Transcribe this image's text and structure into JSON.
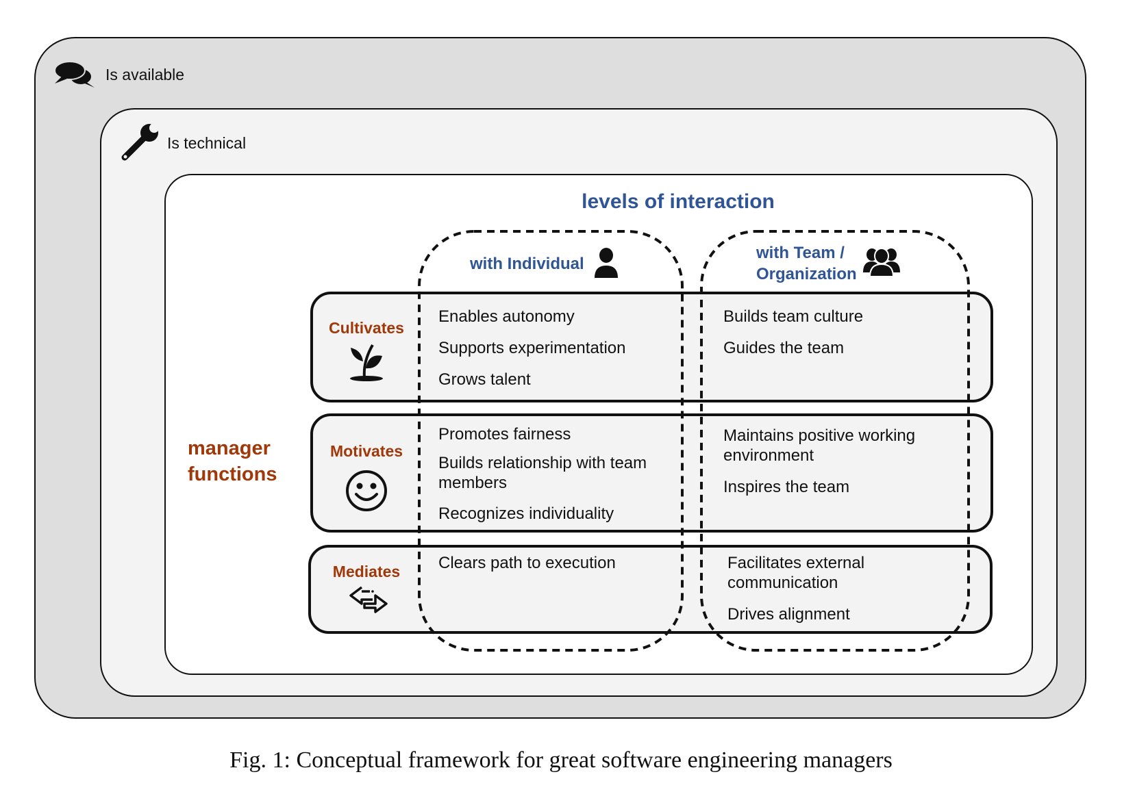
{
  "layers": {
    "outer": {
      "label": "Is available",
      "icon": "speech-bubbles-icon"
    },
    "middle": {
      "label": "Is technical",
      "icon": "wrench-icon"
    }
  },
  "header": {
    "title": "levels of interaction"
  },
  "columns": [
    {
      "label_line1": "with Individual",
      "label_line2": "",
      "icon": "person-icon"
    },
    {
      "label_line1": "with Team /",
      "label_line2": "Organization",
      "icon": "group-icon"
    }
  ],
  "row_axis": {
    "line1": "manager",
    "line2": "functions"
  },
  "rows": [
    {
      "label": "Cultivates",
      "icon": "sprout-icon",
      "individual": [
        "Enables autonomy",
        "Supports experimentation",
        "Grows talent"
      ],
      "team": [
        "Builds team culture",
        "Guides the team"
      ]
    },
    {
      "label": "Motivates",
      "icon": "smiley-icon",
      "individual": [
        "Promotes fairness",
        "Builds relationship with team",
        "members",
        "Recognizes individuality"
      ],
      "team": [
        "Maintains positive working",
        "environment",
        "Inspires the team"
      ]
    },
    {
      "label": "Mediates",
      "icon": "exchange-arrows-icon",
      "individual": [
        "Clears path to execution"
      ],
      "team": [
        "Facilitates external",
        "communication",
        "Drives alignment"
      ]
    }
  ],
  "caption": "Fig. 1: Conceptual framework for great software engineering managers",
  "colors": {
    "blue": "#2f5597",
    "rust": "#a0380a",
    "outer_bg": "#dedede",
    "mid_bg": "#f3f3f3"
  }
}
